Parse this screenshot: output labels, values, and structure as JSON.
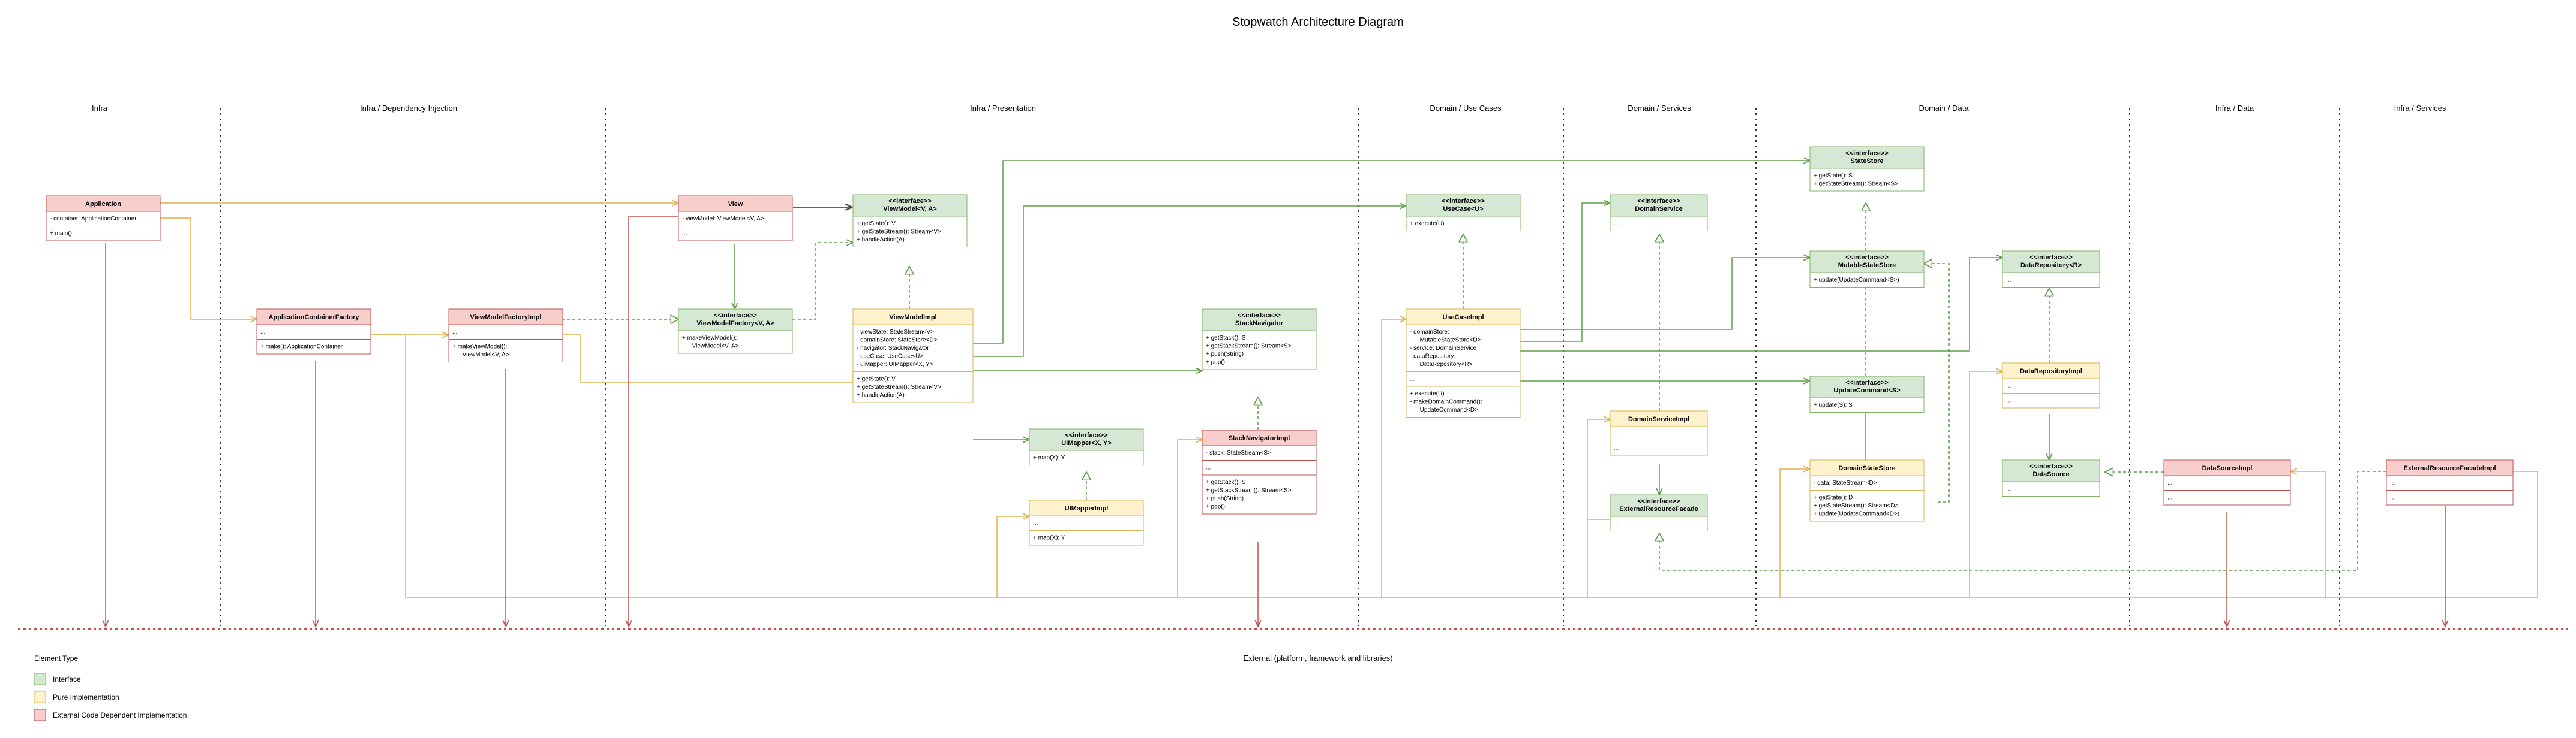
{
  "title": "Stopwatch Architecture Diagram",
  "external_label": "External (platform, framework and libraries)",
  "colors": {
    "interface": {
      "fill": "#d5e8d4",
      "stroke": "#82b366"
    },
    "pure": {
      "fill": "#fff2cc",
      "stroke": "#d6b656"
    },
    "external": {
      "fill": "#f8cecc",
      "stroke": "#b85450"
    },
    "green_edge": "#5f9e4a",
    "yellow_edge": "#e0b04a",
    "red_edge": "#c0504d"
  },
  "lanes": [
    {
      "id": "infra",
      "label": "Infra"
    },
    {
      "id": "di",
      "label": "Infra / Dependency Injection"
    },
    {
      "id": "presentation",
      "label": "Infra / Presentation"
    },
    {
      "id": "usecases",
      "label": "Domain / Use Cases"
    },
    {
      "id": "services",
      "label": "Domain / Services"
    },
    {
      "id": "data",
      "label": "Domain / Data"
    },
    {
      "id": "infradata",
      "label": "Infra / Data"
    },
    {
      "id": "infraservices",
      "label": "Infra / Services"
    }
  ],
  "legend": {
    "title": "Element Type",
    "items": [
      {
        "kind": "interface",
        "label": "Interface"
      },
      {
        "kind": "pure",
        "label": "Pure Implementation"
      },
      {
        "kind": "external",
        "label": "External Code Dependent Implementation"
      }
    ]
  },
  "classes": [
    {
      "id": "application",
      "kind": "external",
      "title": [
        "Application"
      ],
      "sections": [
        [
          "- container: ApplicationContainer"
        ],
        [
          "+ main()"
        ]
      ]
    },
    {
      "id": "appContainerFactory",
      "kind": "external",
      "title": [
        "ApplicationContainerFactory"
      ],
      "sections": [
        [
          "..."
        ],
        [
          "+ make(): ApplicationContainer"
        ]
      ]
    },
    {
      "id": "vmFactoryImpl",
      "kind": "external",
      "title": [
        "ViewModelFactoryImpl"
      ],
      "sections": [
        [
          "..."
        ],
        [
          "+ makeViewModel():",
          "      ViewModel<V, A>"
        ]
      ]
    },
    {
      "id": "view",
      "kind": "external",
      "title": [
        "View"
      ],
      "sections": [
        [
          "- viewModel: ViewModel<V, A>"
        ],
        [
          "..."
        ]
      ]
    },
    {
      "id": "vmFactory",
      "kind": "interface",
      "title": [
        "<<interface>>",
        "ViewModelFactory<V, A>"
      ],
      "sections": [
        [
          "+ makeViewModel():",
          "      ViewModel<V, A>"
        ]
      ]
    },
    {
      "id": "viewModel",
      "kind": "interface",
      "title": [
        "<<interface>>",
        "ViewModel<V, A>"
      ],
      "sections": [
        [
          "+ getState(): V",
          "+ getStateStream(): Stream<V>",
          "+ handleAction(A)"
        ]
      ]
    },
    {
      "id": "viewModelImpl",
      "kind": "pure",
      "title": [
        "ViewModelImpl"
      ],
      "sections": [
        [
          "- viewState: StateStream<V>",
          "- domainStore: StateStore<D>",
          "- navigator: StackNavigator",
          "- useCase: UseCase<U>",
          "- uiMapper: UIMapper<X, Y>"
        ],
        [
          "+ getState(): V",
          "+ getStateStream(): Stream<V>",
          "+ handleAction(A)"
        ]
      ]
    },
    {
      "id": "uiMapper",
      "kind": "interface",
      "title": [
        "<<interface>>",
        "UIMapper<X, Y>"
      ],
      "sections": [
        [
          "+ map(X): Y"
        ]
      ]
    },
    {
      "id": "uiMapperImpl",
      "kind": "pure",
      "title": [
        "UIMapperImpl"
      ],
      "sections": [
        [
          "..."
        ],
        [
          "+ map(X): Y"
        ]
      ]
    },
    {
      "id": "stackNavigator",
      "kind": "interface",
      "title": [
        "<<interface>>",
        "StackNavigator"
      ],
      "sections": [
        [
          "+ getStack(): S",
          "+ getStackStream(): Stream<S>",
          "+ push(String)",
          "+ pop()"
        ]
      ]
    },
    {
      "id": "stackNavigatorImpl",
      "kind": "external",
      "title": [
        "StackNavigatorImpl"
      ],
      "sections": [
        [
          "- stack: StateStream<S>"
        ],
        [
          "..."
        ],
        [
          "+ getStack(): S",
          "+ getStackStream(): Stream<S>",
          "+ push(String)",
          "+ pop()"
        ]
      ]
    },
    {
      "id": "useCase",
      "kind": "interface",
      "title": [
        "<<interface>>",
        "UseCase<U>"
      ],
      "sections": [
        [
          "+ execute(U)"
        ]
      ]
    },
    {
      "id": "useCaseImpl",
      "kind": "pure",
      "title": [
        "UseCaseImpl"
      ],
      "sections": [
        [
          "- domainStore:",
          "      MutableStateStore<D>",
          "- service: DomainService",
          "- dataRepository:",
          "      DataRepository<R>"
        ],
        [
          "..."
        ],
        [
          "+ execute(U)",
          "- makeDomainCommand():",
          "      UpdateCommand<D>"
        ]
      ]
    },
    {
      "id": "domainService",
      "kind": "interface",
      "title": [
        "<<interface>>",
        "DomainService"
      ],
      "sections": [
        [
          "..."
        ]
      ]
    },
    {
      "id": "domainServiceImpl",
      "kind": "pure",
      "title": [
        "DomainServiceImpl"
      ],
      "sections": [
        [
          "..."
        ],
        [
          "..."
        ]
      ]
    },
    {
      "id": "extResFacade",
      "kind": "interface",
      "title": [
        "<<interface>>",
        "ExternalResourceFacade"
      ],
      "sections": [
        [
          "..."
        ]
      ]
    },
    {
      "id": "stateStore",
      "kind": "interface",
      "title": [
        "<<interface>>",
        "StateStore"
      ],
      "sections": [
        [
          "+ getState(): S",
          "+ getStateStream(): Stream<S>"
        ]
      ]
    },
    {
      "id": "mutableStateStore",
      "kind": "interface",
      "title": [
        "<<interface>>",
        "MutableStateStore"
      ],
      "sections": [
        [
          "+ update(UpdateCommand<S>)"
        ]
      ]
    },
    {
      "id": "updateCommand",
      "kind": "interface",
      "title": [
        "<<interface>>",
        "UpdateCommand<S>"
      ],
      "sections": [
        [
          "+ update(S): S"
        ]
      ]
    },
    {
      "id": "domainStateStore",
      "kind": "pure",
      "title": [
        "DomainStateStore"
      ],
      "sections": [
        [
          "- data: StateStream<D>"
        ],
        [
          "+ getState(): D",
          "+ getStateStream(): Stream<D>",
          "+ update(UpdateCommand<D>)"
        ]
      ]
    },
    {
      "id": "dataRepository",
      "kind": "interface",
      "title": [
        "<<interface>>",
        "DataRepository<R>"
      ],
      "sections": [
        [
          "..."
        ]
      ]
    },
    {
      "id": "dataRepositoryImpl",
      "kind": "pure",
      "title": [
        "DataRepositoryImpl"
      ],
      "sections": [
        [
          "..."
        ],
        [
          "..."
        ]
      ]
    },
    {
      "id": "dataSource",
      "kind": "interface",
      "title": [
        "<<interface>>",
        "DataSource"
      ],
      "sections": [
        [
          "..."
        ]
      ]
    },
    {
      "id": "dataSourceImpl",
      "kind": "external",
      "title": [
        "DataSourceImpl"
      ],
      "sections": [
        [
          "..."
        ],
        [
          "..."
        ]
      ]
    },
    {
      "id": "extResFacadeImpl",
      "kind": "external",
      "title": [
        "ExternalResourceFacadeImpl"
      ],
      "sections": [
        [
          "..."
        ],
        [
          "..."
        ]
      ]
    }
  ]
}
